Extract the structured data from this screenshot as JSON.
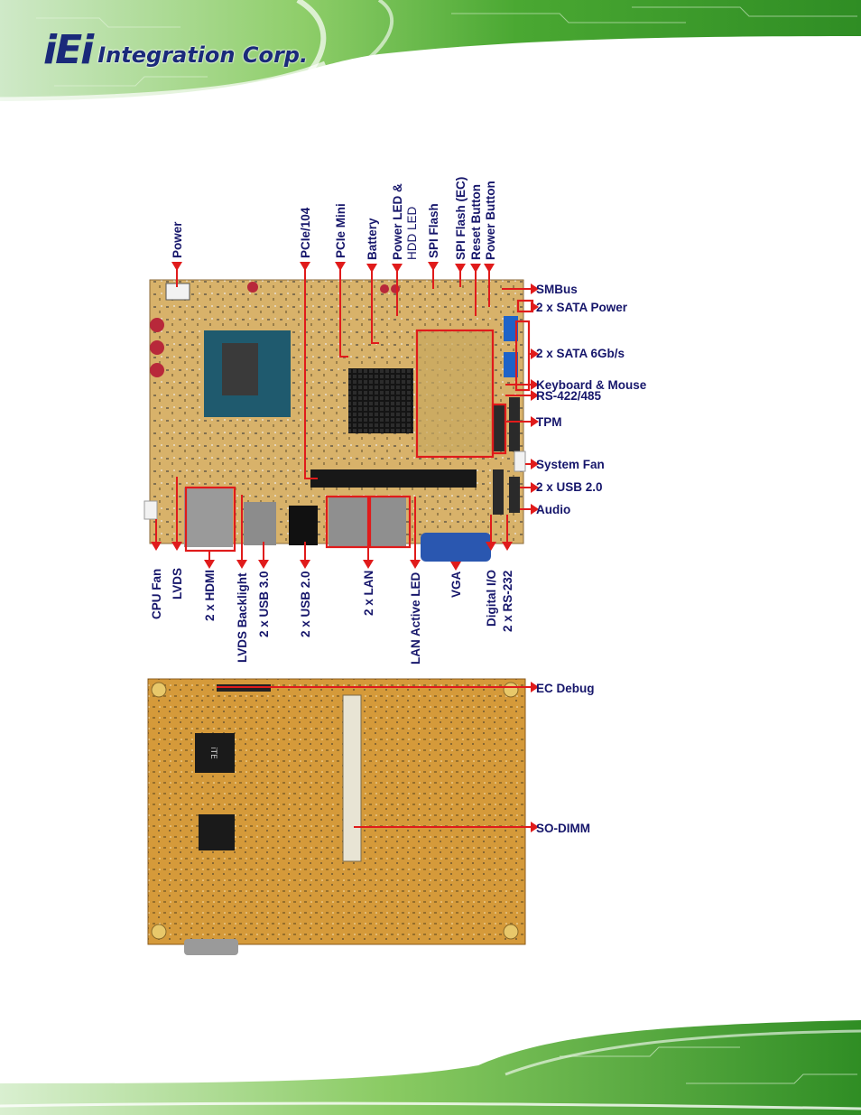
{
  "brand": {
    "logo_mark": "iEi",
    "logo_text": "Integration Corp."
  },
  "colors": {
    "label_text": "#16166b",
    "callout_line": "#e01b1b",
    "pcb": "#d8b26a",
    "pcb_bottom": "#d59a3a",
    "banner_green": "#4caf3a"
  },
  "top_labels": {
    "power": "Power",
    "pcie104": "PCIe/104",
    "pcie_mini": "PCIe Mini",
    "battery": "Battery",
    "power_led_line1": "Power LED &",
    "power_led_line2": "HDD LED",
    "spi_flash": "SPI Flash",
    "spi_flash_ec": "SPI Flash (EC)",
    "reset_button": "Reset Button",
    "power_button": "Power Button"
  },
  "right_labels": {
    "smbus": "SMBus",
    "sata_power": "2 x SATA Power",
    "sata_6gb": "2 x SATA 6Gb/s",
    "keyboard_mouse": "Keyboard & Mouse",
    "rs422": "RS-422/485",
    "tpm": "TPM",
    "system_fan": "System Fan",
    "usb20_right": "2 x USB 2.0",
    "audio": "Audio"
  },
  "bottom_labels": {
    "cpu_fan": "CPU Fan",
    "lvds": "LVDS",
    "hdmi": "2 x HDMI",
    "lvds_backlight": "LVDS Backlight",
    "usb30": "2 x USB 3.0",
    "usb20": "2 x USB 2.0",
    "lan": "2 x LAN",
    "lan_active_led": "LAN Active LED",
    "vga": "VGA",
    "digital_io": "Digital I/O",
    "rs232": "2 x RS-232"
  },
  "rear_labels": {
    "ec_debug": "EC Debug",
    "so_dimm": "SO-DIMM"
  },
  "chip_labels": {
    "ite": "iTE"
  }
}
